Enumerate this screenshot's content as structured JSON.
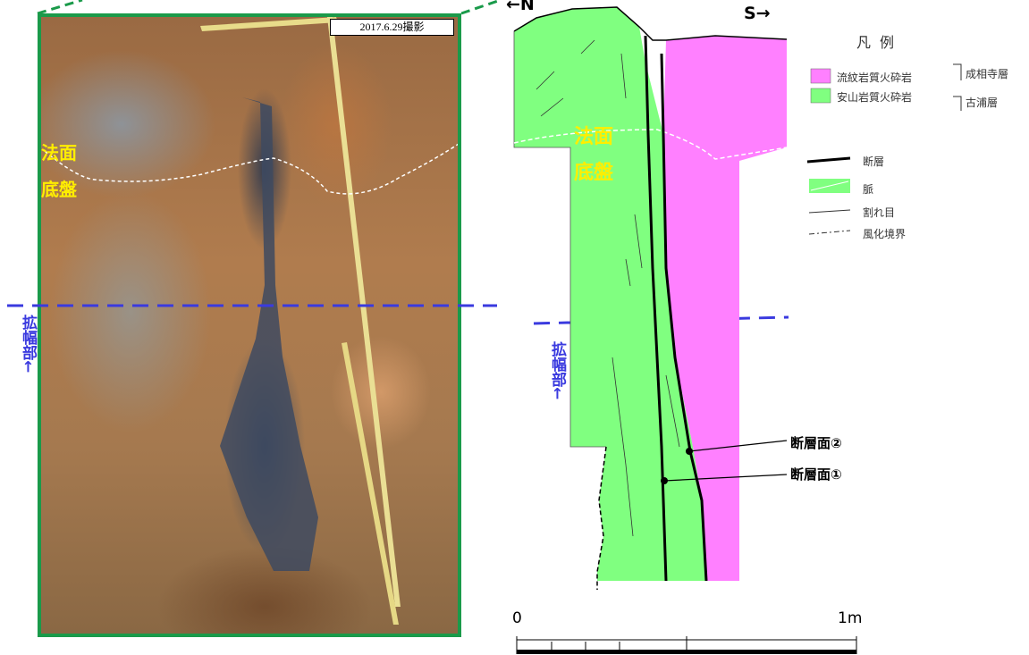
{
  "photo": {
    "date_label": "2017.6.29撮影",
    "slope_label": "法面",
    "bedrock_label": "底盤"
  },
  "left_widening_label": "拡幅部←",
  "diagram": {
    "north_label": "←N",
    "south_label": "S→",
    "slope_label": "法面",
    "bedrock_label": "底盤",
    "widening_label": "拡幅部←",
    "fault_surface_1": "断層面①",
    "fault_surface_2": "断層面②",
    "colors": {
      "rhyolite": "#ff80ff",
      "andesite": "#80ff80",
      "widening_line": "#3a3adf",
      "photo_frame": "#1a9a4a",
      "label_yellow": "#ffee00"
    }
  },
  "legend": {
    "title": "凡例",
    "rhyolite": "流紋岩質火砕岩",
    "andesite": "安山岩質火砕岩",
    "formation_1": "成相寺層",
    "formation_2": "古浦層",
    "fault": "断層",
    "vein": "脈",
    "crack": "割れ目",
    "weathering": "風化境界"
  },
  "scale": {
    "zero": "0",
    "one_m": "1m"
  }
}
